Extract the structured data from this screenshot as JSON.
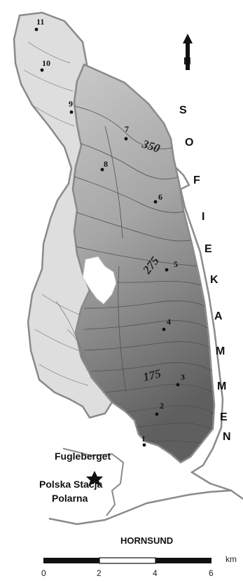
{
  "map": {
    "coast_label_letters": [
      "S",
      "O",
      "F",
      "I",
      "E",
      "K",
      "A",
      "M",
      "M",
      "E",
      "N"
    ],
    "place_labels": {
      "fugleberget": "Fugleberget",
      "station_line1": "Polska Stacja",
      "station_line2": "Polarna",
      "hornsund": "HORNSUND"
    },
    "north_arrow_label": "N",
    "points": [
      "1",
      "2",
      "3",
      "4",
      "5",
      "6",
      "7",
      "8",
      "9",
      "10",
      "11"
    ],
    "isolines": [
      "350",
      "275",
      "175"
    ],
    "scale": {
      "ticks": [
        "0",
        "2",
        "4",
        "6"
      ],
      "unit": "km"
    },
    "colors": {
      "glacier_light": "#dcdcdc",
      "glacier_mid": "#a9a9a9",
      "glacier_dark": "#6e6e6e",
      "coastline": "#8a8a8a",
      "contour": "#555555"
    }
  }
}
